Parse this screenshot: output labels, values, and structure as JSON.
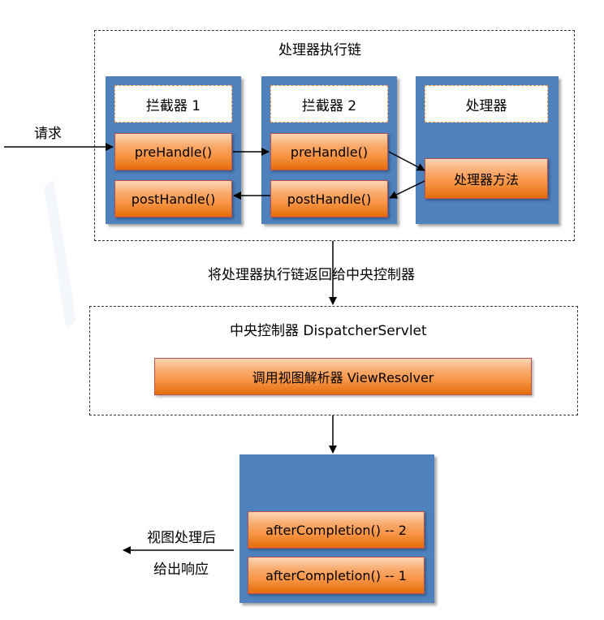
{
  "chain": {
    "title": "处理器执行链",
    "interceptor1": {
      "title": "拦截器 1",
      "pre": "preHandle()",
      "post": "postHandle()"
    },
    "interceptor2": {
      "title": "拦截器 2",
      "pre": "preHandle()",
      "post": "postHandle()"
    },
    "handler": {
      "title": "处理器",
      "method": "处理器方法"
    }
  },
  "request_label": "请求",
  "return_label": "将处理器执行链返回给中央控制器",
  "dispatcher": {
    "title": "中央控制器 DispatcherServlet",
    "resolver": "调用视图解析器 ViewResolver"
  },
  "completion": {
    "item2": "afterCompletion() -- 2",
    "item1": "afterCompletion() -- 1"
  },
  "response_labels": {
    "line1": "视图处理后",
    "line2": "给出响应"
  }
}
